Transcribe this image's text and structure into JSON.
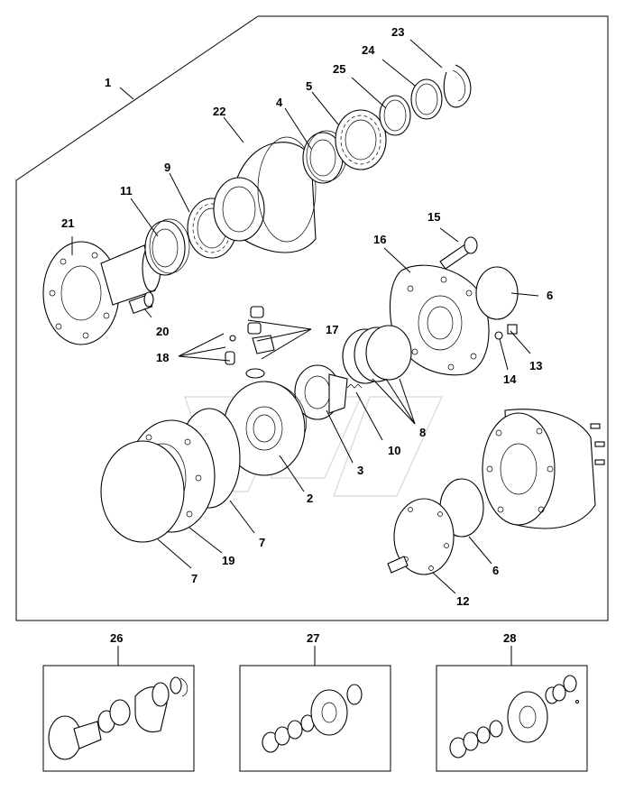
{
  "callouts": {
    "c1": "1",
    "c2": "2",
    "c3": "3",
    "c4": "4",
    "c5": "5",
    "c6a": "6",
    "c6b": "6",
    "c7a": "7",
    "c7b": "7",
    "c8": "8",
    "c9": "9",
    "c10": "10",
    "c11": "11",
    "c12": "12",
    "c13": "13",
    "c14": "14",
    "c15": "15",
    "c16": "16",
    "c17": "17",
    "c18": "18",
    "c19": "19",
    "c20": "20",
    "c21": "21",
    "c22": "22",
    "c23": "23",
    "c24": "24",
    "c25": "25",
    "c26": "26",
    "c27": "27",
    "c28": "28"
  },
  "kits": [
    {
      "id": "26"
    },
    {
      "id": "27"
    },
    {
      "id": "28"
    }
  ]
}
